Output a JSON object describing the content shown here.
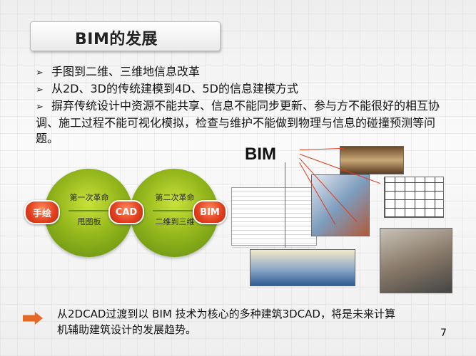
{
  "slide": {
    "title": "BIM的发展",
    "bullets": [
      "手图到二维、三维地信息改革",
      "从2D、3D的传统建模到4D、5D的信息建模方式",
      "摒弃传统设计中资源不能共享、信息不能同步更新、参与方不能很好的相互协调、施工过程不能可视化模拟，检查与维护不能做到物理与信息的碰撞预测等问题。"
    ],
    "bullet_marker": "➢",
    "bim_label": "BIM",
    "diagram": {
      "node_handdraw": "手绘",
      "node_cad": "CAD",
      "node_bim": "BIM",
      "phase1_top": "第一次革命",
      "phase1_bottom": "甩图板",
      "phase2_top": "第二次革命",
      "phase2_bottom": "二维到三维"
    },
    "footer_text": "从2DCAD过渡到以 BIM 技术为核心的多种建筑3DCAD，将是未来计算机辅助建筑设计的发展趋势。",
    "page_number": "7",
    "colors": {
      "accent_green": "#8db51c",
      "accent_red": "#e23f1f",
      "footer_arrow": "#e66a25"
    }
  }
}
